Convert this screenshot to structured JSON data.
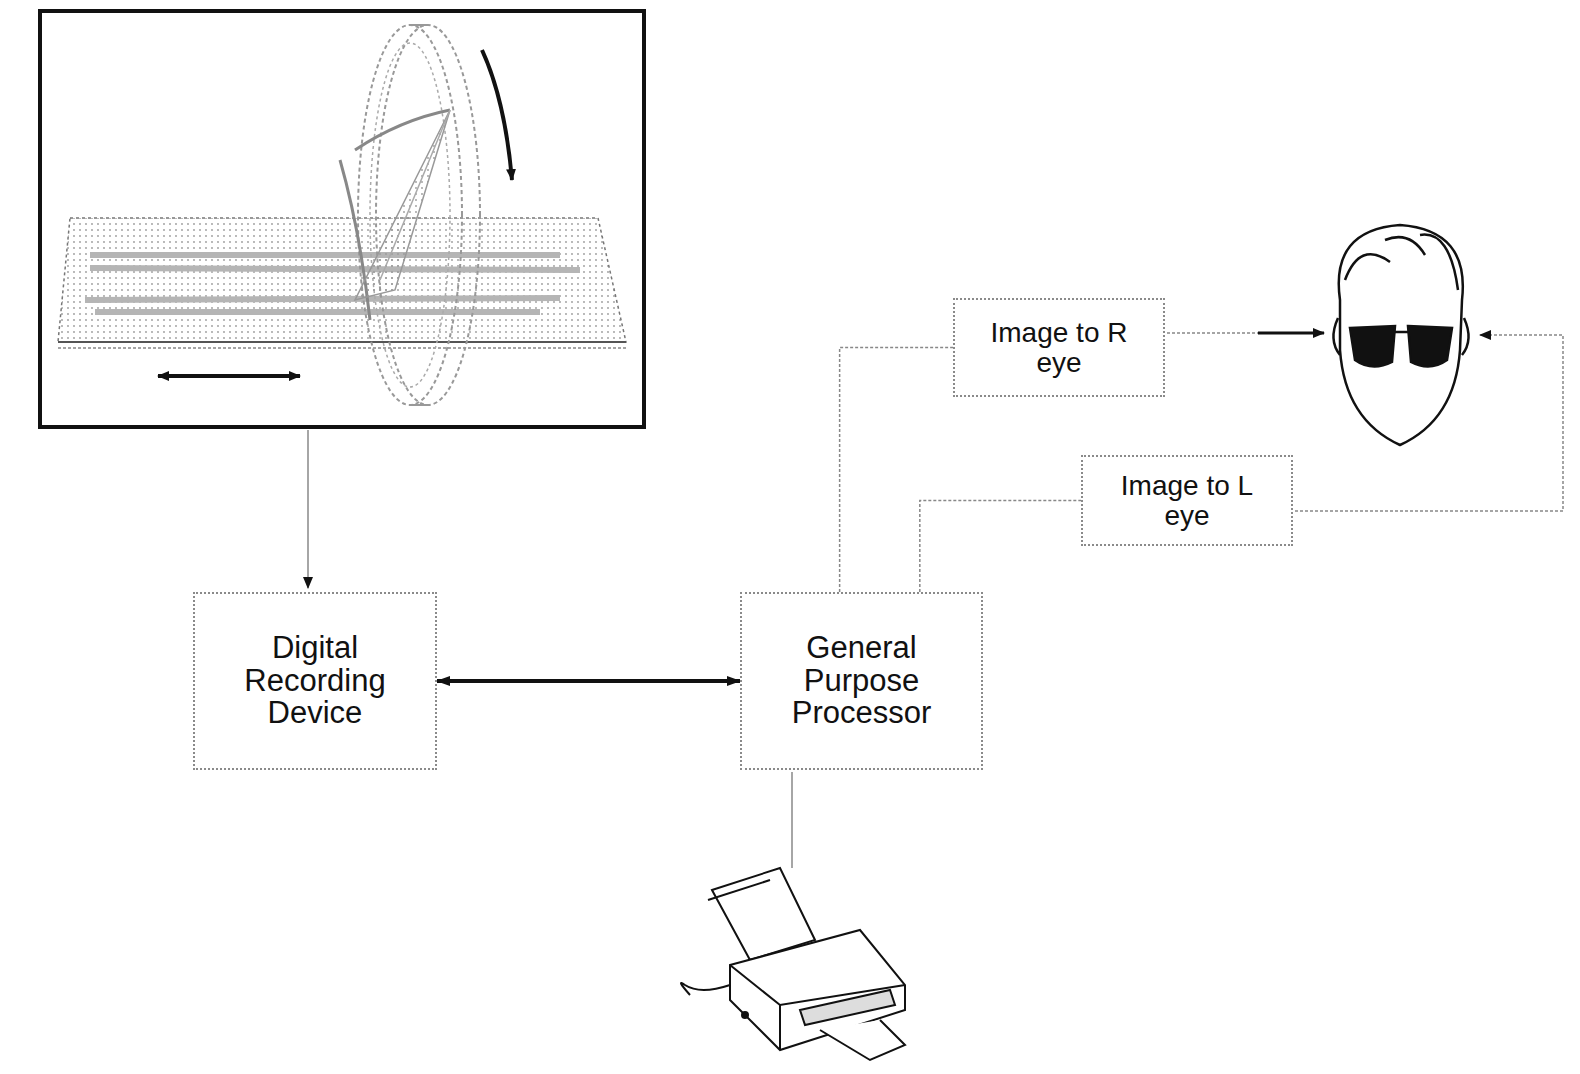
{
  "diagram": {
    "nodes": [
      {
        "text": [
          "Digital Recording Device"
        ]
      },
      {
        "text": [
          "General Purpose Processor"
        ]
      },
      {
        "text": [
          "Image to R eye"
        ]
      },
      {
        "text": [
          "Image to L eye"
        ]
      }
    ],
    "edges": [
      {
        "from": 0,
        "to": 1,
        "arrow": "both"
      },
      {
        "from": 1,
        "to": 2,
        "arrow": "none"
      },
      {
        "from": 1,
        "to": 3,
        "arrow": "none"
      }
    ]
  }
}
